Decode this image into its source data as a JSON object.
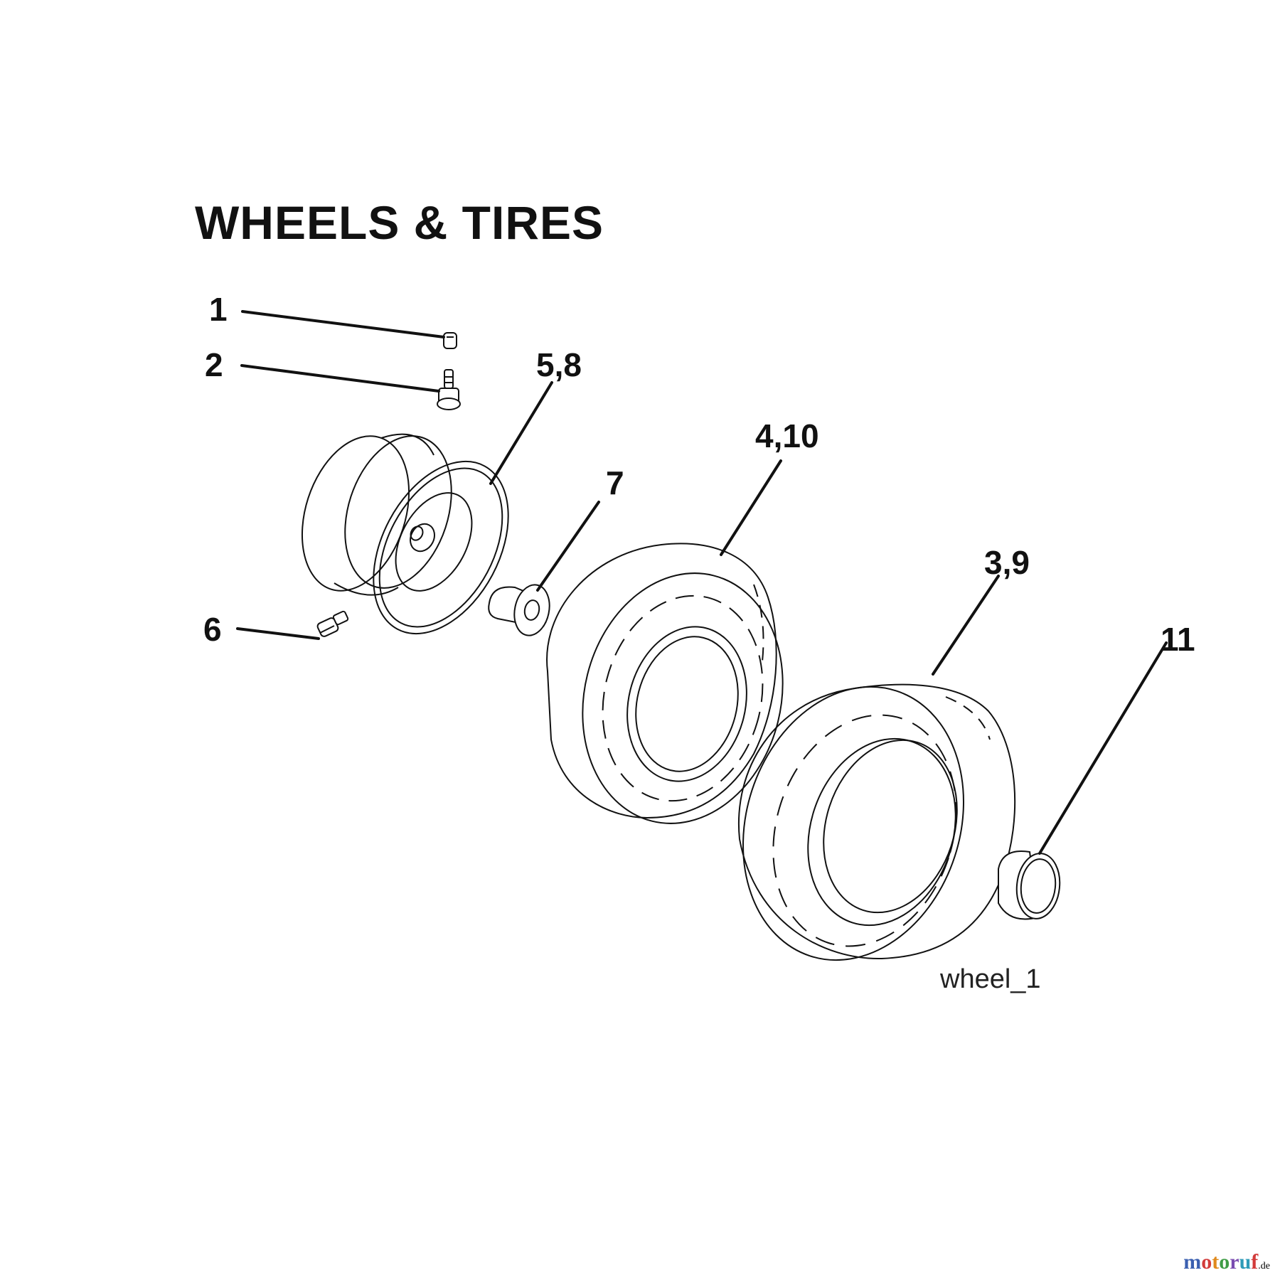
{
  "diagram": {
    "title": "WHEELS & TIRES",
    "figure_id": "wheel_1",
    "callouts": [
      {
        "label": "1",
        "part": "valve-cap"
      },
      {
        "label": "2",
        "part": "valve-stem"
      },
      {
        "label": "5,8",
        "part": "rim"
      },
      {
        "label": "7",
        "part": "bushing"
      },
      {
        "label": "6",
        "part": "grease-fitting"
      },
      {
        "label": "4,10",
        "part": "front-tire"
      },
      {
        "label": "3,9",
        "part": "rear-tire"
      },
      {
        "label": "11",
        "part": "hub-cap"
      }
    ]
  },
  "watermark": {
    "text": "motoruf",
    "suffix": ".de",
    "letter_colors": [
      "#3a5fb0",
      "#d23b3b",
      "#e08a1e",
      "#3f9c45",
      "#7a4bb0",
      "#2e9bb8",
      "#d23b3b"
    ]
  }
}
